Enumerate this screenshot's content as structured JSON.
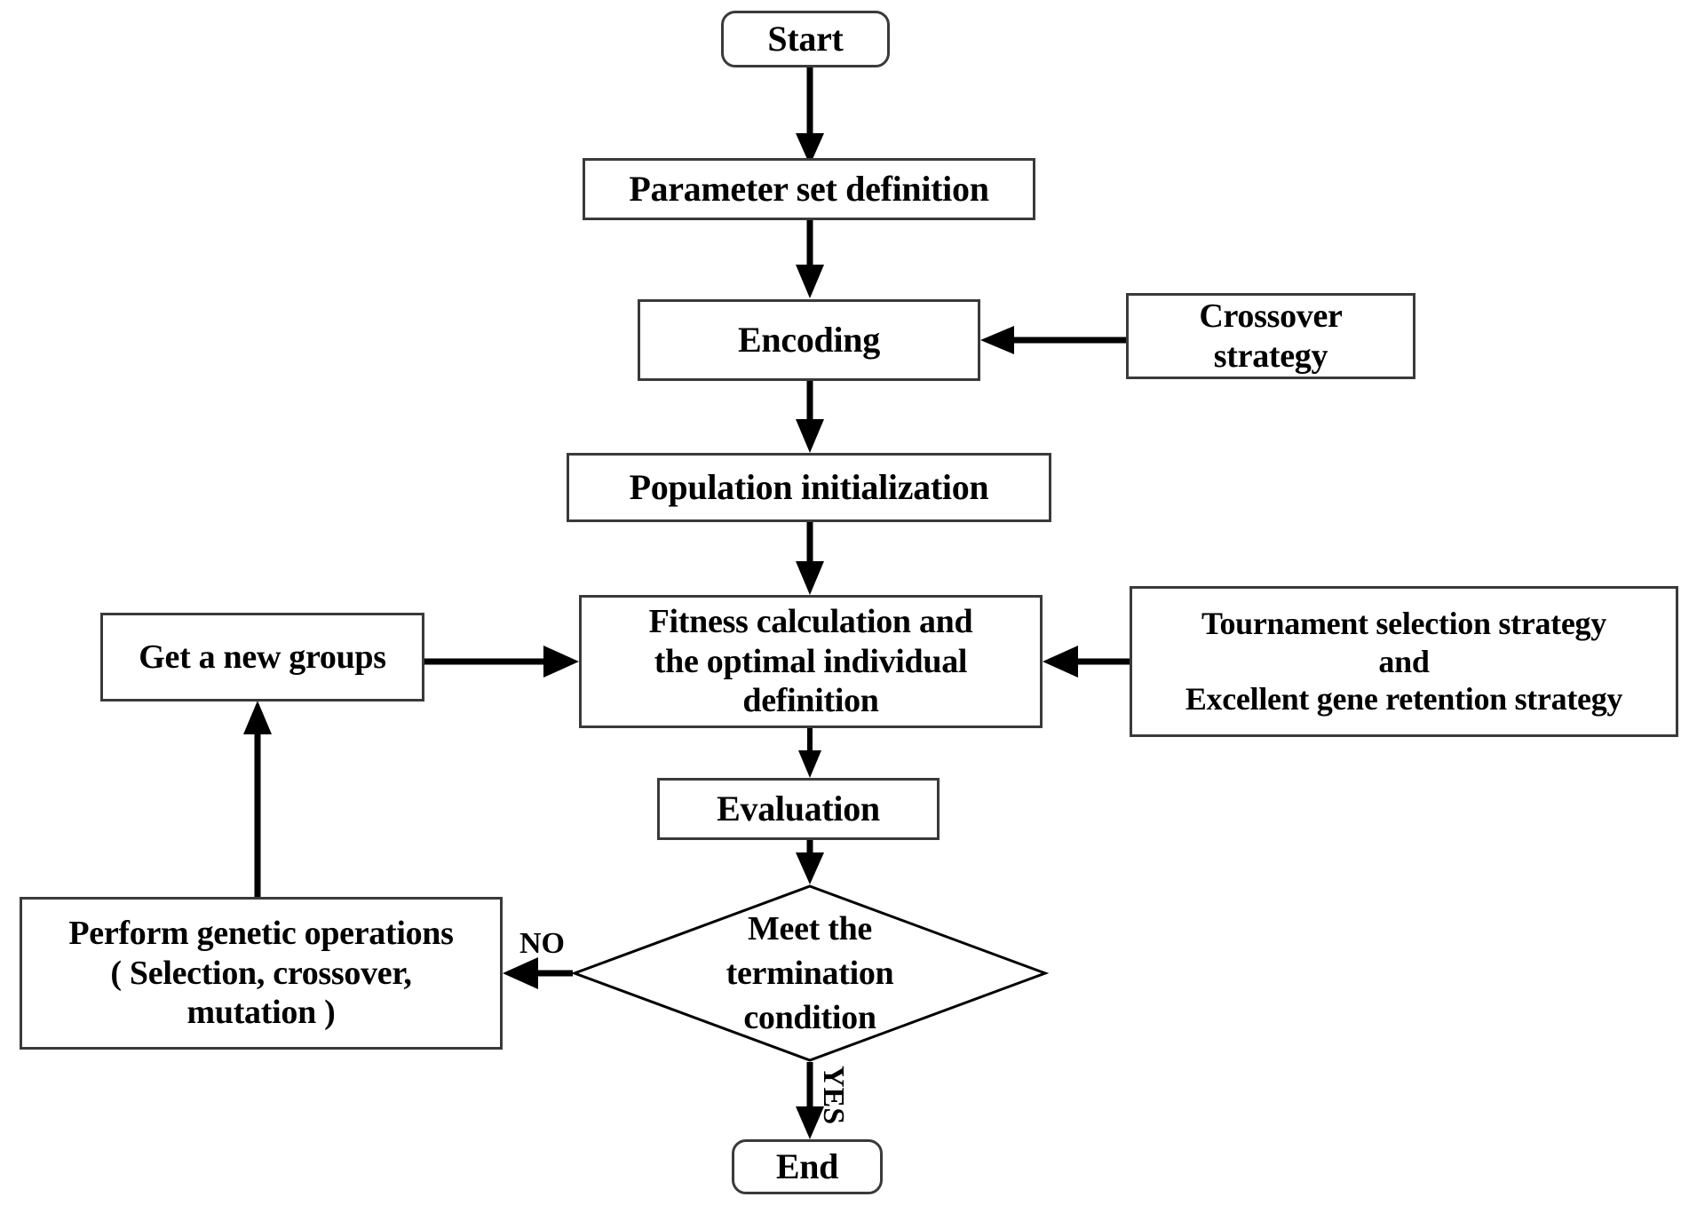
{
  "diagram": {
    "title": "Genetic algorithm flowchart",
    "type": "flowchart",
    "colors": {
      "background": "#ffffff",
      "node_border": "#3a3a3a",
      "edge": "#000000",
      "text": "#000000"
    },
    "nodes": [
      {
        "id": "start",
        "shape": "terminator",
        "label": "Start"
      },
      {
        "id": "param",
        "shape": "process",
        "label": "Parameter set definition"
      },
      {
        "id": "encoding",
        "shape": "process",
        "label": "Encoding"
      },
      {
        "id": "crossover",
        "shape": "process",
        "label": "Crossover\nstrategy"
      },
      {
        "id": "popinit",
        "shape": "process",
        "label": "Population initialization"
      },
      {
        "id": "fitness",
        "shape": "process",
        "label": "Fitness calculation and\nthe optimal individual\ndefinition"
      },
      {
        "id": "tournament",
        "shape": "process",
        "label": "Tournament selection strategy\nand\nExcellent gene retention strategy"
      },
      {
        "id": "newgroups",
        "shape": "process",
        "label": "Get a new groups"
      },
      {
        "id": "evaluation",
        "shape": "process",
        "label": "Evaluation"
      },
      {
        "id": "decision",
        "shape": "decision",
        "label": "Meet the\ntermination\ncondition"
      },
      {
        "id": "genetic_ops",
        "shape": "process",
        "label": "Perform genetic operations\n( Selection, crossover,\nmutation )"
      },
      {
        "id": "end",
        "shape": "terminator",
        "label": "End"
      }
    ],
    "edges": [
      {
        "from": "start",
        "to": "param",
        "label": ""
      },
      {
        "from": "param",
        "to": "encoding",
        "label": ""
      },
      {
        "from": "crossover",
        "to": "encoding",
        "label": ""
      },
      {
        "from": "encoding",
        "to": "popinit",
        "label": ""
      },
      {
        "from": "popinit",
        "to": "fitness",
        "label": ""
      },
      {
        "from": "tournament",
        "to": "fitness",
        "label": ""
      },
      {
        "from": "newgroups",
        "to": "fitness",
        "label": ""
      },
      {
        "from": "fitness",
        "to": "evaluation",
        "label": ""
      },
      {
        "from": "evaluation",
        "to": "decision",
        "label": ""
      },
      {
        "from": "decision",
        "to": "genetic_ops",
        "label": "NO"
      },
      {
        "from": "genetic_ops",
        "to": "newgroups",
        "label": ""
      },
      {
        "from": "decision",
        "to": "end",
        "label": "YES"
      }
    ],
    "edge_labels": {
      "no": "NO",
      "yes": "YES"
    }
  }
}
